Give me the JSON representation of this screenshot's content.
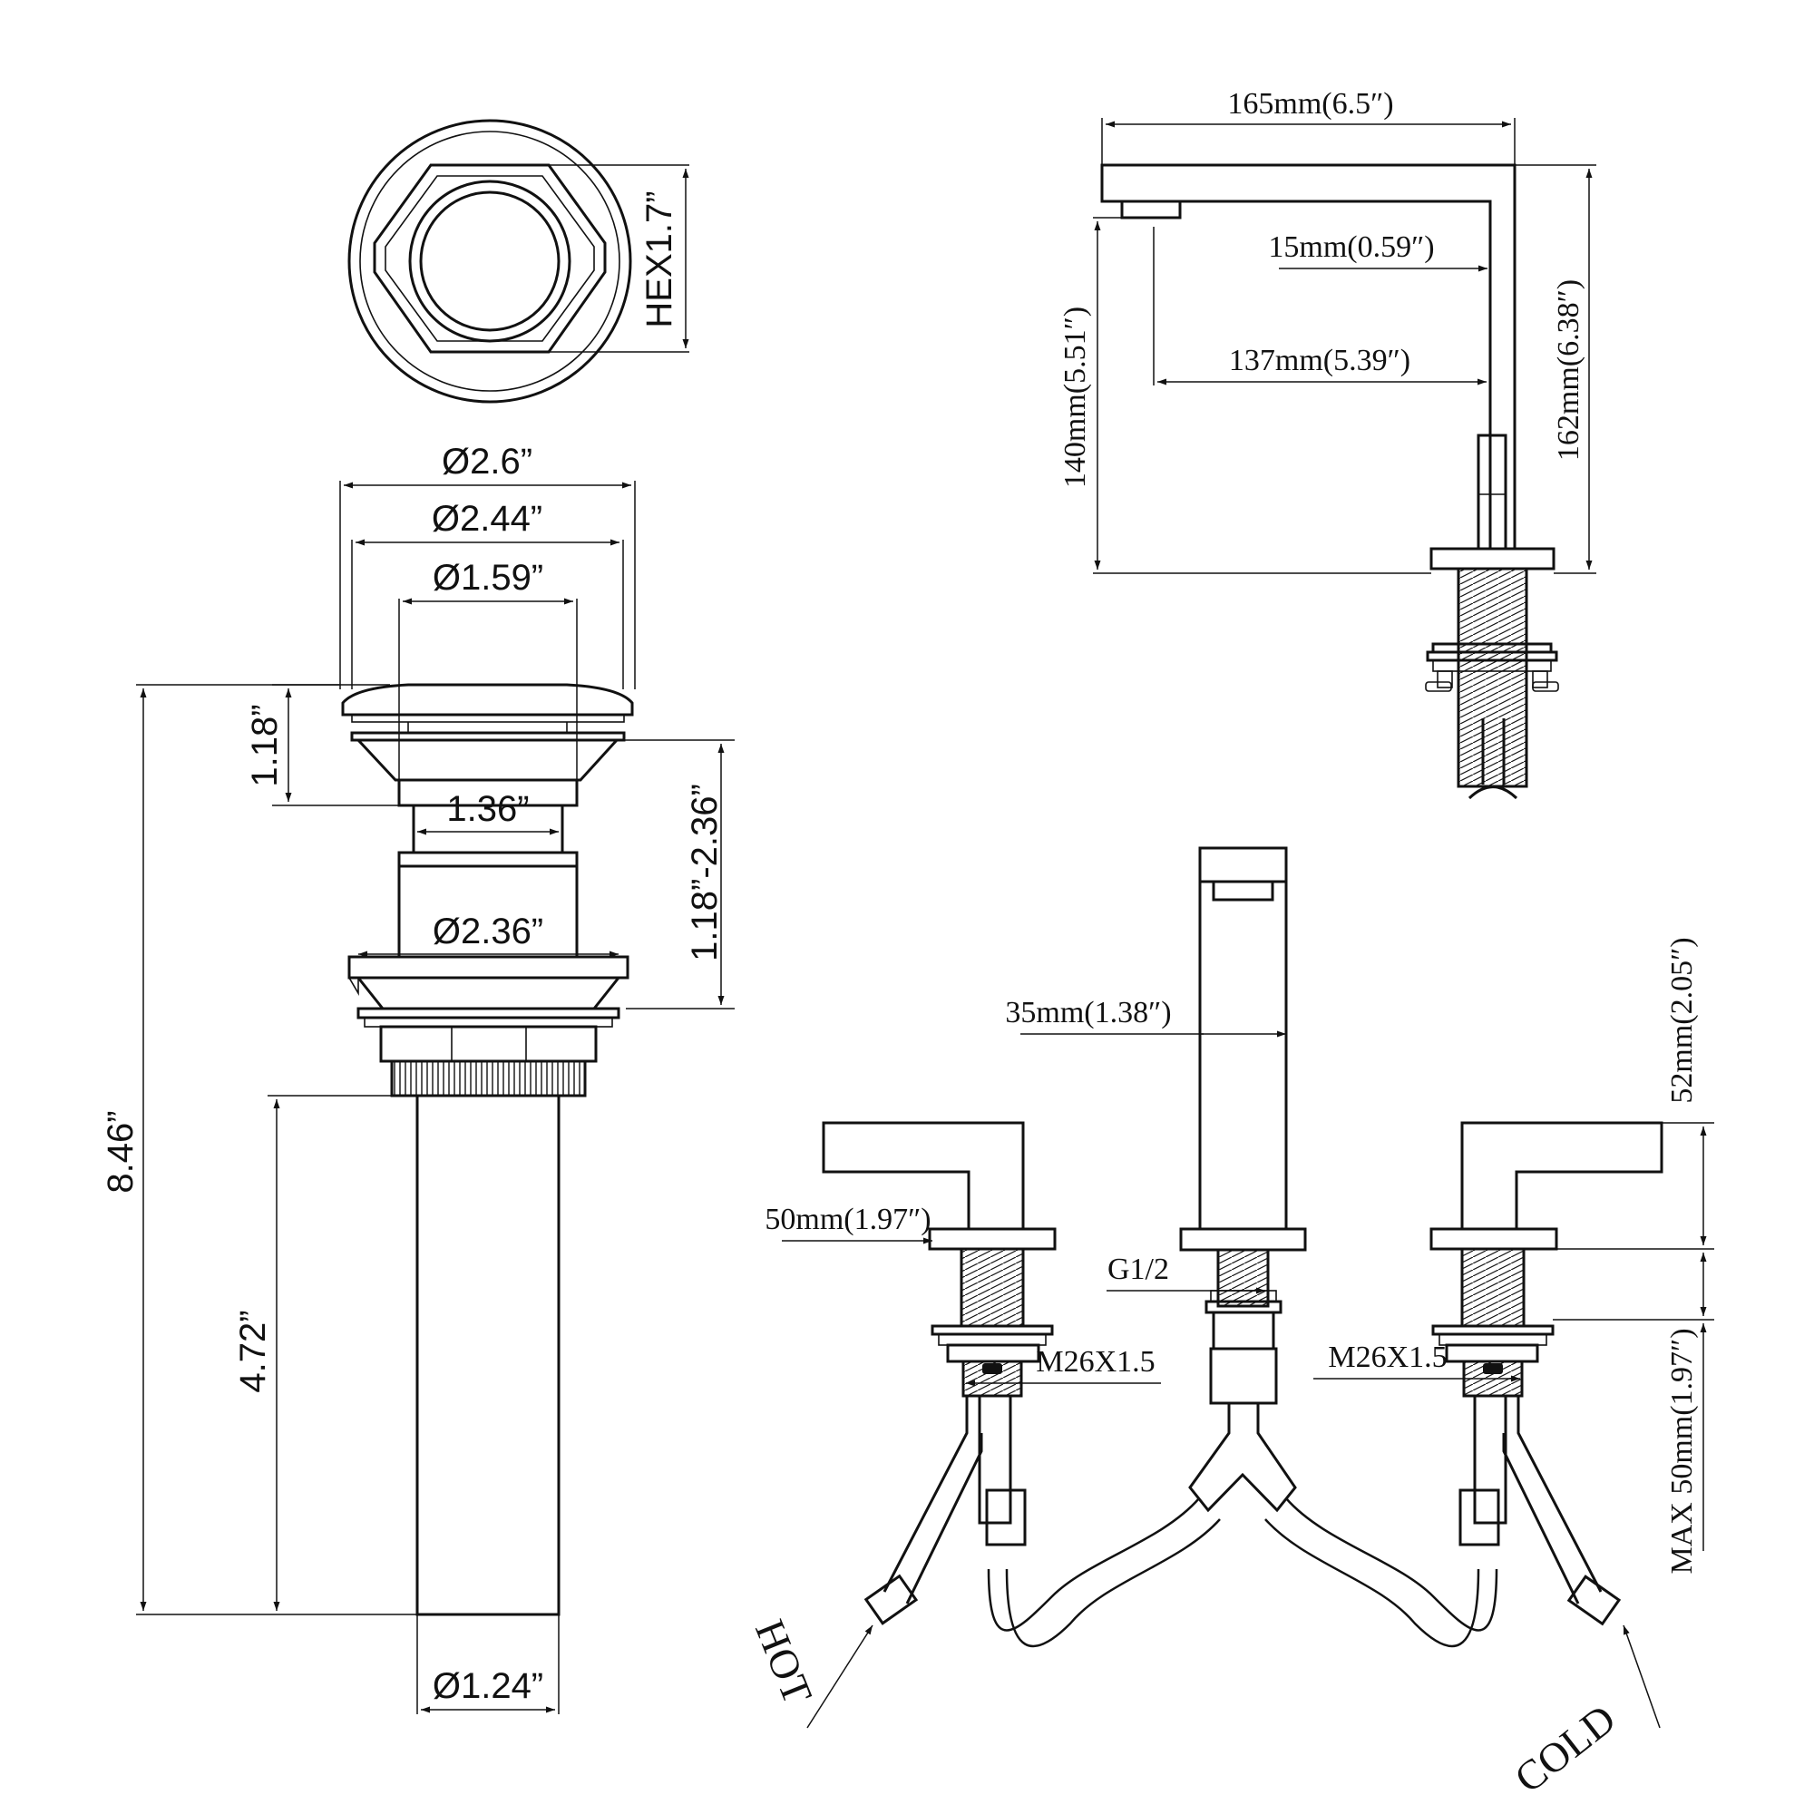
{
  "drain_labels": {
    "hex": "HEX1.7”",
    "d_cap": "Ø2.6”",
    "d_flange": "Ø2.44”",
    "d_top": "Ø1.59”",
    "cap_height": "1.18”",
    "neck": "1.36”",
    "range": "1.18”-2.36”",
    "d_body": "Ø2.36”",
    "total": "8.46”",
    "tail": "4.72”",
    "d_tail": "Ø1.24”"
  },
  "side_labels": {
    "reach": "165mm(6.5″)",
    "outlet": "15mm(0.59″)",
    "spout_clear": "137mm(5.39″)",
    "height_clear": "140mm(5.51″)",
    "height": "162mm(6.38″)"
  },
  "front_labels": {
    "spout_width": "35mm(1.38″)",
    "handle_base": "50mm(1.97″)",
    "connector": "G1/2",
    "thread_left": "M26X1.5",
    "thread_right": "M26X1.5",
    "handle_height": "52mm(2.05″)",
    "deck_max": "MAX 50mm(1.97″)",
    "hot": "HOT",
    "cold": "COLD"
  }
}
